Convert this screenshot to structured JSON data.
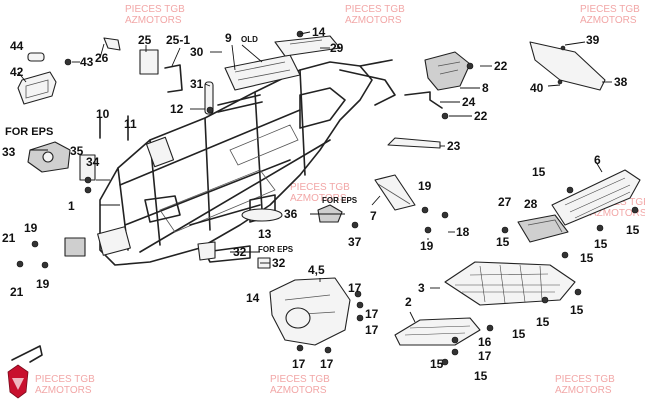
{
  "watermarks": [
    {
      "line1": "PIECES TGB",
      "line2": "AZMOTORS"
    },
    {
      "line1": "PIECES TGB",
      "line2": "AZMOTORS"
    },
    {
      "line1": "PIECES TGB",
      "line2": "AZMOTORS"
    },
    {
      "line1": "PIECES TGB",
      "line2": "AZMOTORS"
    },
    {
      "line1": "PIECES TGB",
      "line2": "AZMOTORS"
    },
    {
      "line1": "PIECES TGB",
      "line2": "AZMOTORS"
    },
    {
      "line1": "PIECES TGB",
      "line2": "AZMOTORS"
    },
    {
      "line1": "PIECES TGB",
      "line2": "AZMOTORS"
    }
  ],
  "annotations": {
    "for_eps_left": "FOR EPS",
    "for_eps_mid": "FOR EPS",
    "for_eps_low": "FOR EPS",
    "old": "OLD"
  },
  "callouts": {
    "c44": "44",
    "c42": "42",
    "c43": "43",
    "c26": "26",
    "c25": "25",
    "c25_1": "25-1",
    "c9": "9",
    "c14a": "14",
    "c29": "29",
    "c30": "30",
    "c31": "31",
    "c12": "12",
    "c10": "10",
    "c11": "11",
    "c33": "33",
    "c35": "35",
    "c34": "34",
    "c22a": "22",
    "c8": "8",
    "c24": "24",
    "c22b": "22",
    "c39": "39",
    "c38": "38",
    "c40": "40",
    "c23": "23",
    "c15a": "15",
    "c6": "6",
    "c15b": "15",
    "c27": "27",
    "c28": "28",
    "c15c": "15",
    "c15d": "15",
    "c15e": "15",
    "c19a": "19",
    "c18": "18",
    "c19b": "19",
    "c7": "7",
    "c36": "36",
    "c37": "37",
    "c1": "1",
    "c13": "13",
    "c32a": "32",
    "c32b": "32",
    "c21a": "21",
    "c19c": "19",
    "c19d": "19",
    "c21b": "21",
    "c14b": "14",
    "c45": "4,5",
    "c17a": "17",
    "c17b": "17",
    "c17c": "17",
    "c17d": "17",
    "c17e": "17",
    "c3": "3",
    "c2": "2",
    "c15f": "15",
    "c15g": "15",
    "c15h": "15",
    "c16": "16",
    "c17f": "17",
    "c15i": "15",
    "c15j": "15"
  },
  "colors": {
    "watermark": "#f2a7a7",
    "logo": "#c8102e"
  },
  "logo": {
    "icon": "shield-logo-icon"
  }
}
